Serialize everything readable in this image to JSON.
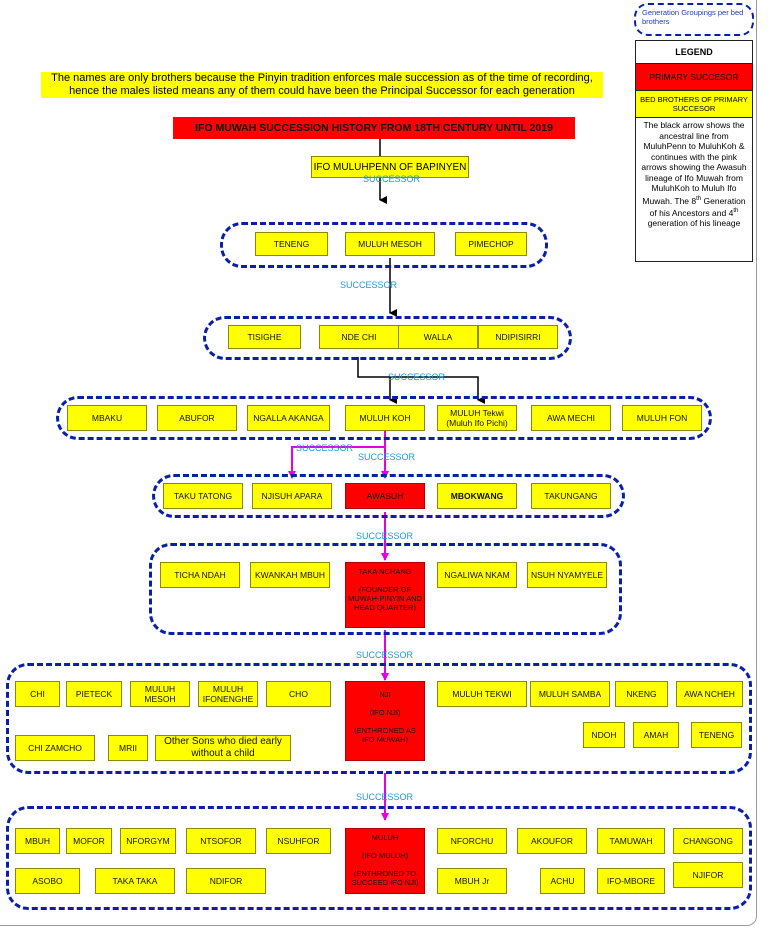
{
  "colors": {
    "primary": "#ff0000",
    "bed_brothers": "#ffff00",
    "group_border": "#0a1fa8",
    "successor_label": "#1e9ad6",
    "pink_arrow": "#e600e6"
  },
  "generation_key": "Generation Groupings per bed brothers",
  "legend": {
    "title": "LEGEND",
    "primary": "PRIMARY SUCCESOR",
    "bed_brothers": "BED BROTHERS OF PRIMARY SUCCESOR",
    "text_1": "The black arrow shows the ancestral line from MuluhPenn to MuluhKoh & continues with the pink arrows showing the Awasuh lineage of Ifo Muwah from MuluhKoh to Muluh Ifo Muwah. The 8",
    "sup_1": "th",
    "text_2": " Generation of his Ancestors and 4",
    "sup_2": "th",
    "text_3": " generation of his lineage"
  },
  "note": "The names are only brothers because the Pinyin tradition enforces male succession as of the time of recording, hence the males listed means any of them could have been the Principal Successor for each generation",
  "title": "IFO MUWAH SUCCESSION HISTORY FROM 18TH CENTURY UNTIL 2019",
  "root": "IFO MULUHPENN OF BAPINYEN",
  "successor": "SUCCESSOR",
  "gen1": [
    "TENENG",
    "MULUH MESOH",
    "PIMECHOP"
  ],
  "gen2": [
    "TISIGHE",
    "NDE CHI",
    "WALLA",
    "NDIPISIRRI"
  ],
  "gen3": [
    "MBAKU",
    "ABUFOR",
    "NGALLA AKANGA",
    "MULUH KOH",
    "MULUH Tekwi\n(Muluh Ifo Pichi)",
    "AWA MECHI",
    "MULUH FON"
  ],
  "gen4": [
    "TAKU TATONG",
    "NJISUH APARA",
    "AWASUH",
    "MBOKWANG",
    "TAKUNGANG"
  ],
  "gen5": [
    "TICHA NDAH",
    "KWANKAH MBUH",
    "TAKA NCHANG\n\n(FOUNDER OF MUWAH-PINYIN AND HEAD QUARTER)",
    "NGALIWA NKAM",
    "NSUH NYAMYELE"
  ],
  "gen6": [
    "CHI",
    "PIETECK",
    "MULUH\nMESOH",
    "MULUH\nIFONENGHE",
    "CHO",
    "NJI\n\n(IFO NJI)\n\n(ENTHRONED AS IFO MUWAH)",
    "MULUH TEKWI",
    "MULUH SAMBA",
    "NKENG",
    "AWA NCHEH",
    "CHI ZAMCHO",
    "MRII",
    "Other Sons who died early\nwithout a child",
    "NDOH",
    "AMAH",
    "TENENG"
  ],
  "gen7": [
    "MBUH",
    "MOFOR",
    "NFORGYM",
    "NTSOFOR",
    "NSUHFOR",
    "MULUH\n\n(IFO MULUH)\n\n(ENTHRONED TO SUCCEED IFO NJI)",
    "NFORCHU",
    "AKOUFOR",
    "TAMUWAH",
    "CHANGONG",
    "ASOBO",
    "TAKA TAKA",
    "NDIFOR",
    "MBUH Jr",
    "ACHU",
    "IFO-MBORE",
    "NJIFOR"
  ]
}
